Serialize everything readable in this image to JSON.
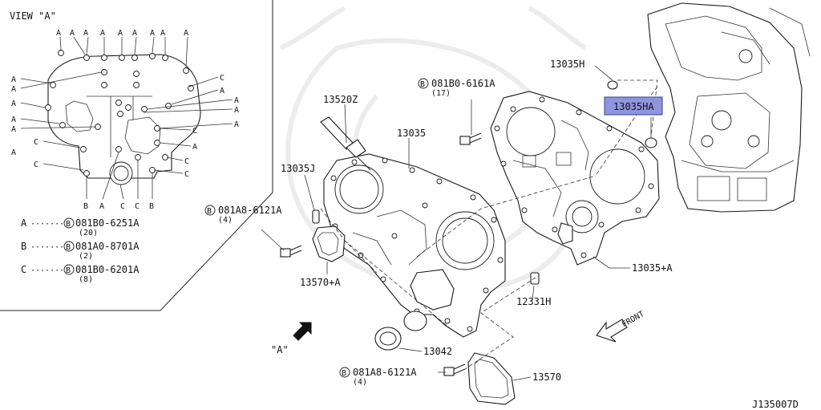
{
  "view_title": "VIEW \"A\"",
  "view_letters": {
    "top": [
      "A",
      "A",
      "A",
      "A",
      "A",
      "A",
      "A",
      "A",
      "A"
    ],
    "left": [
      "A",
      "A",
      "A",
      "A",
      "A",
      "C",
      "C"
    ],
    "right": [
      "C",
      "A",
      "A",
      "A",
      "A",
      "C",
      "A",
      "C",
      "C"
    ],
    "bottom": [
      "B",
      "A",
      "C",
      "C",
      "B"
    ]
  },
  "legend": [
    {
      "key": "A",
      "dots": "·······",
      "bolt": "B",
      "part": "081B0-6251A",
      "qty": "(20)"
    },
    {
      "key": "B",
      "dots": "·······",
      "bolt": "B",
      "part": "081A0-8701A",
      "qty": "(2)"
    },
    {
      "key": "C",
      "dots": "·······",
      "bolt": "B",
      "part": "081B0-6201A",
      "qty": "(8)"
    }
  ],
  "callouts": {
    "p13035H": "13035H",
    "p13035HA": "13035HA",
    "bolt_6161": {
      "bolt": "B",
      "part": "081B0-6161A",
      "qty": "(17)"
    },
    "p13520Z": "13520Z",
    "p13035": "13035",
    "p13035J": "13035J",
    "bolt_6121_top": {
      "bolt": "B",
      "part": "081A8-6121A",
      "qty": "(4)"
    },
    "p13570A": "13570+A",
    "p13035A": "13035+A",
    "p12331H": "12331H",
    "front": "FRONT",
    "view_a": "\"A\"",
    "p13042": "13042",
    "bolt_6121_bottom": {
      "bolt": "B",
      "part": "081A8-6121A",
      "qty": "(4)"
    },
    "p13570": "13570"
  },
  "diagram_code": "J135007D",
  "colors": {
    "highlight": "#8f95dd",
    "line": "#222222"
  }
}
